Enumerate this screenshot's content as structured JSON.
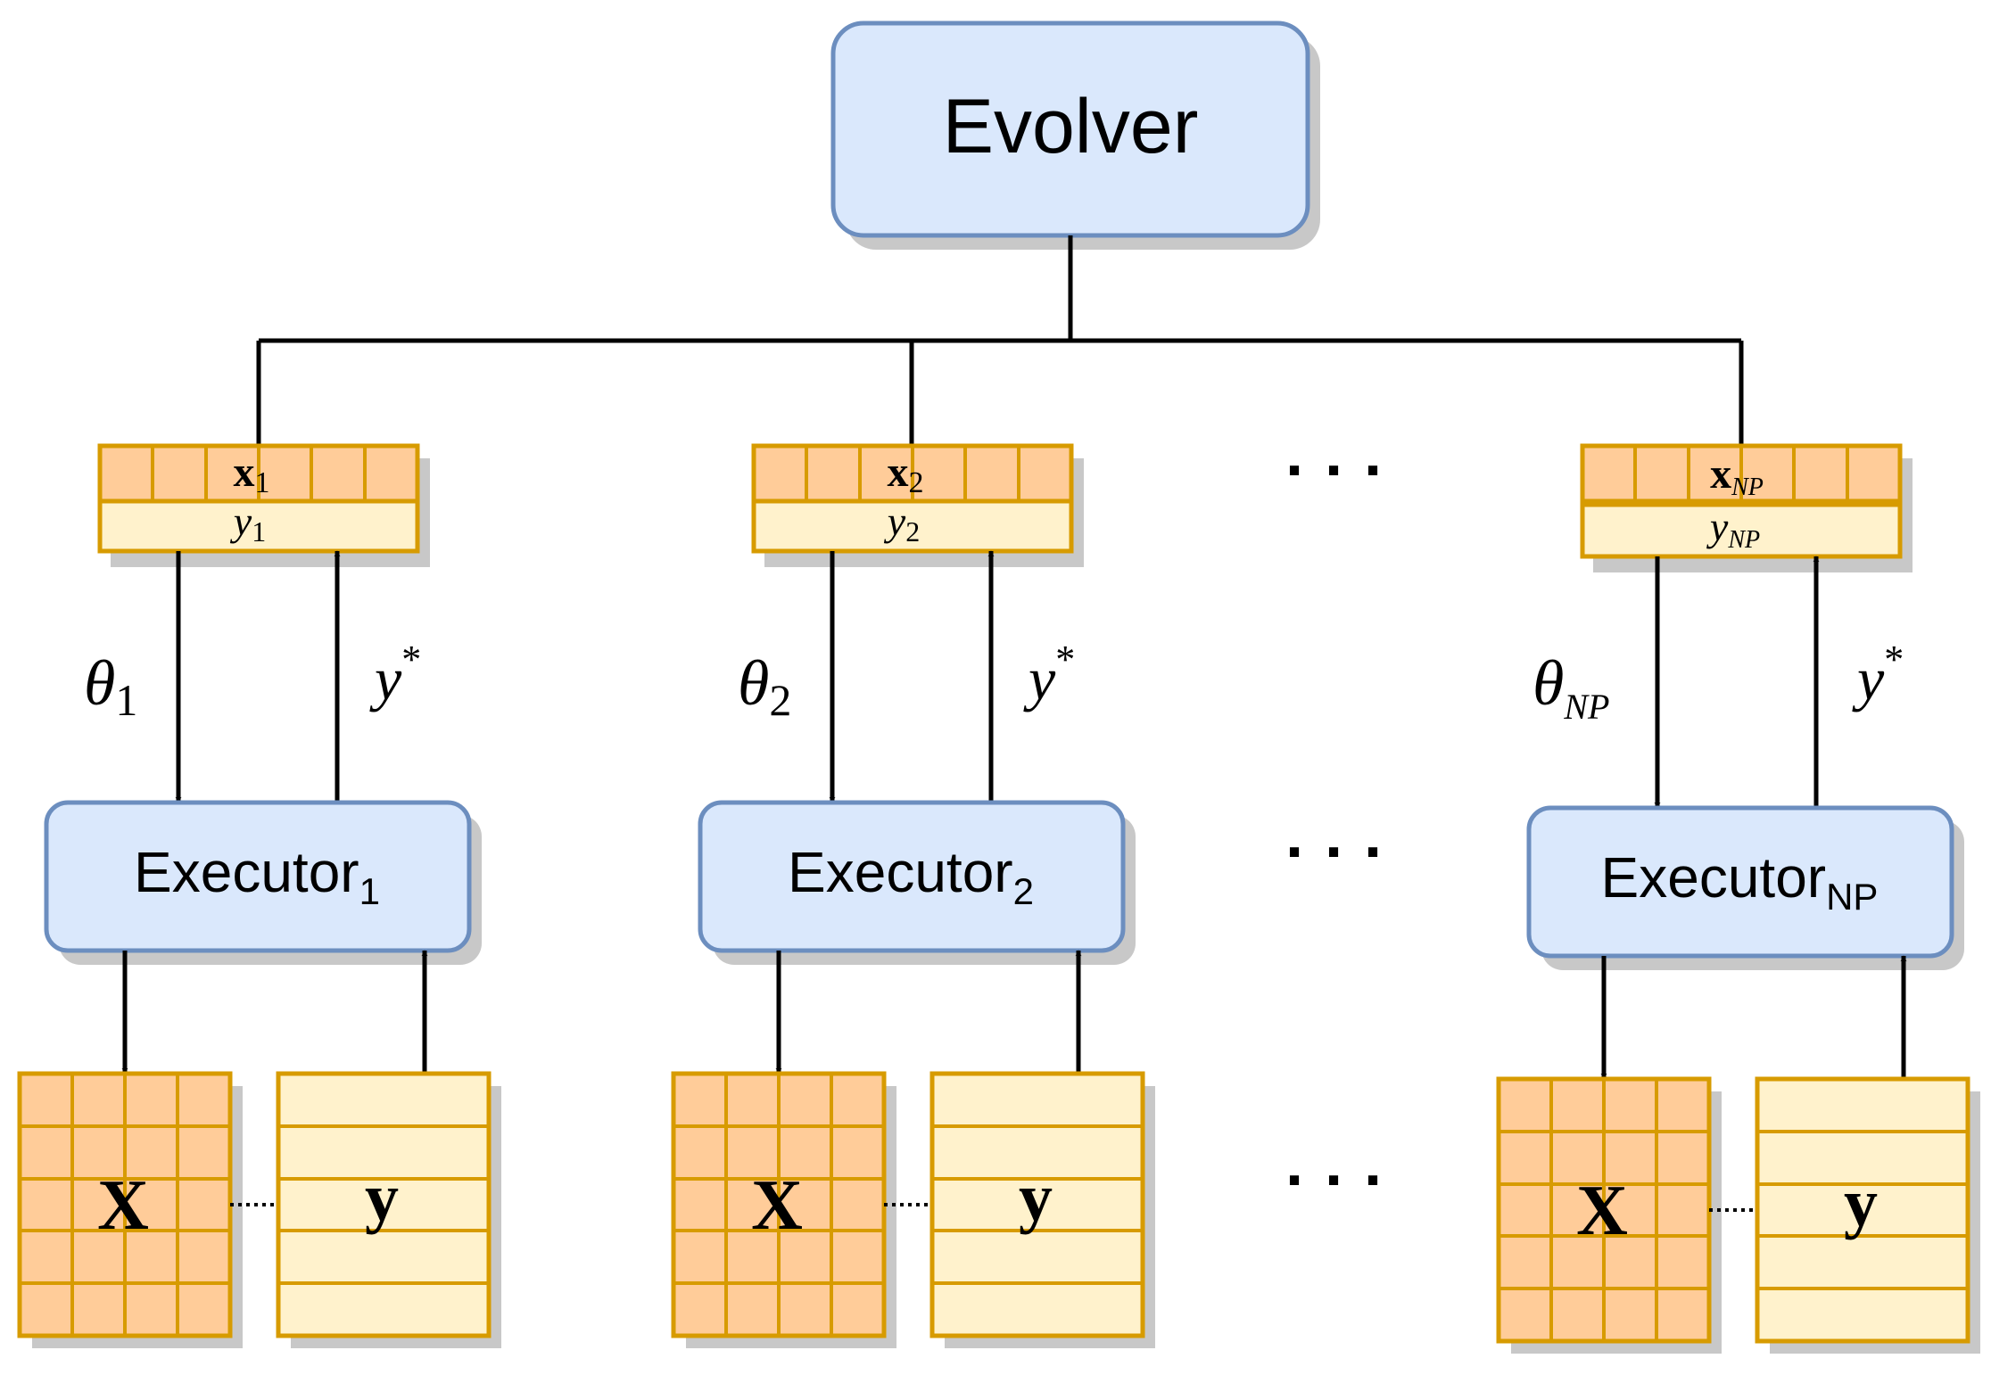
{
  "colors": {
    "box_fill": "#dae8fc",
    "box_stroke": "#6c8ebf",
    "orange_fill": "#ffcc99",
    "yellow_fill": "#fff2cc",
    "cell_stroke": "#d79b00",
    "shadow": "#c8c8c8",
    "line": "#000000"
  },
  "evolver": {
    "label": "Evolver"
  },
  "ellipsis": "· · ·",
  "columns": [
    {
      "individual": {
        "x_base": "x",
        "x_sub": "1",
        "y_base": "y",
        "y_sub": "1"
      },
      "theta": {
        "base": "θ",
        "sub": "1"
      },
      "ystar": {
        "base": "y",
        "sup": "*"
      },
      "executor": {
        "base": "Executor",
        "sub": "1"
      },
      "data": {
        "X": "X",
        "y": "y"
      }
    },
    {
      "individual": {
        "x_base": "x",
        "x_sub": "2",
        "y_base": "y",
        "y_sub": "2"
      },
      "theta": {
        "base": "θ",
        "sub": "2"
      },
      "ystar": {
        "base": "y",
        "sup": "*"
      },
      "executor": {
        "base": "Executor",
        "sub": "2"
      },
      "data": {
        "X": "X",
        "y": "y"
      }
    },
    {
      "individual": {
        "x_base": "x",
        "x_sub": "NP",
        "y_base": "y",
        "y_sub": "NP"
      },
      "theta": {
        "base": "θ",
        "sub": "NP"
      },
      "ystar": {
        "base": "y",
        "sup": "*"
      },
      "executor": {
        "base": "Executor",
        "sub": "NP"
      },
      "data": {
        "X": "X",
        "y": "y"
      }
    }
  ]
}
